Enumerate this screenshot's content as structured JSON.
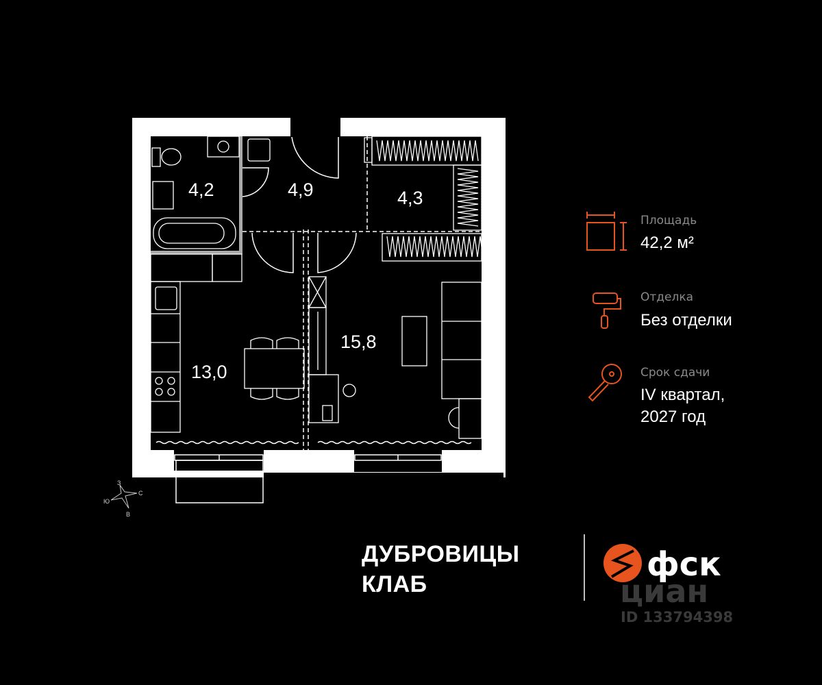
{
  "plan": {
    "rooms": [
      {
        "name": "bathroom",
        "area": "4,2"
      },
      {
        "name": "hallway",
        "area": "4,9"
      },
      {
        "name": "wardrobe",
        "area": "4,3"
      },
      {
        "name": "kitchen",
        "area": "13,0"
      },
      {
        "name": "living-room",
        "area": "15,8"
      }
    ],
    "compass": {
      "n": "З",
      "e": "С",
      "s": "В",
      "w": "Ю"
    }
  },
  "info": {
    "area_label": "Площадь",
    "area_value": "42,2 м²",
    "finish_label": "Отделка",
    "finish_value": "Без отделки",
    "deadline_label": "Срок сдачи",
    "deadline_line1": "IV квартал,",
    "deadline_line2": "2027 год"
  },
  "brand": {
    "line1": "ДУБРОВИЦЫ",
    "line2": "КЛАБ",
    "developer": "фск"
  },
  "watermark": {
    "text": "циан",
    "id": "ID 133794398"
  },
  "colors": {
    "accent": "#e8541e",
    "background": "#000000",
    "wall": "#ffffff"
  }
}
